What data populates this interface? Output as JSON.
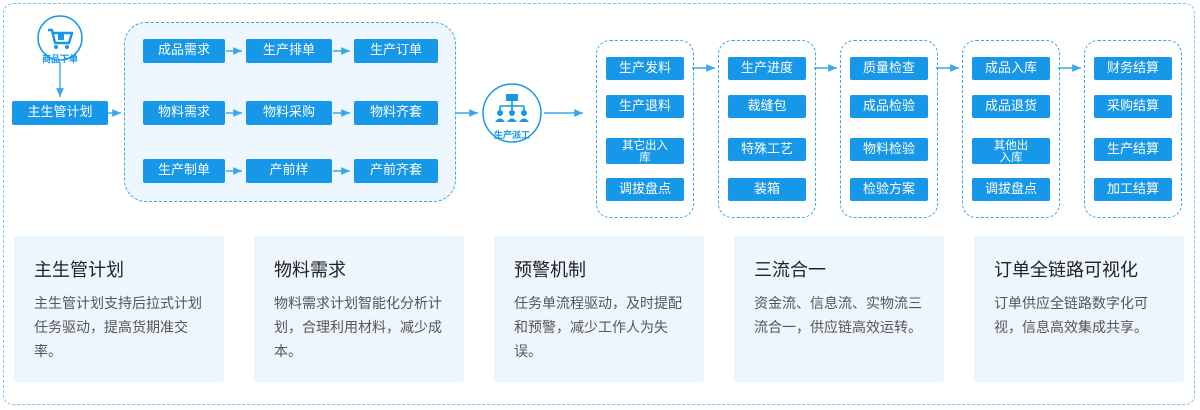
{
  "icons": {
    "order": {
      "name": "shopping-cart-icon",
      "label": "商品下单"
    },
    "dispatch": {
      "name": "org-dispatch-icon",
      "label": "生产派工"
    }
  },
  "plan": "主生管计划",
  "group1": {
    "rows": [
      [
        "成品需求",
        "生产排单",
        "生产订单"
      ],
      [
        "物料需求",
        "物料采购",
        "物料齐套"
      ],
      [
        "生产制单",
        "产前样",
        "产前齐套"
      ]
    ]
  },
  "columns": [
    [
      "生产发料",
      "生产退料",
      "其它出入\n库",
      "调拔盘点"
    ],
    [
      "生产进度",
      "裁缝包",
      "特殊工艺",
      "装箱"
    ],
    [
      "质量检查",
      "成品检验",
      "物料检验",
      "检验方案"
    ],
    [
      "成品入库",
      "成品退货",
      "其他出\n入库",
      "调拔盘点"
    ],
    [
      "财务结算",
      "采购结算",
      "生产结算",
      "加工结算"
    ]
  ],
  "cards": [
    {
      "title": "主生管计划",
      "desc": "主生管计划支持后拉式计划任务驱动，提高货期准交率。"
    },
    {
      "title": "物料需求",
      "desc": "物料需求计划智能化分析计划，合理利用材料，减少成本。"
    },
    {
      "title": "预警机制",
      "desc": "任务单流程驱动，及时提配和预警，减少工作人为失误。"
    },
    {
      "title": "三流合一",
      "desc": "资金流、信息流、实物流三流合一，供应链高效运转。"
    },
    {
      "title": "订单全链路可视化",
      "desc": "订单供应全链路数字化可视，信息高效集成共享。"
    }
  ],
  "colors": {
    "node": "#1797e8",
    "accent": "#39a7ea",
    "card_bg": "#eef6fd",
    "group_bg": "#eef7fe"
  }
}
